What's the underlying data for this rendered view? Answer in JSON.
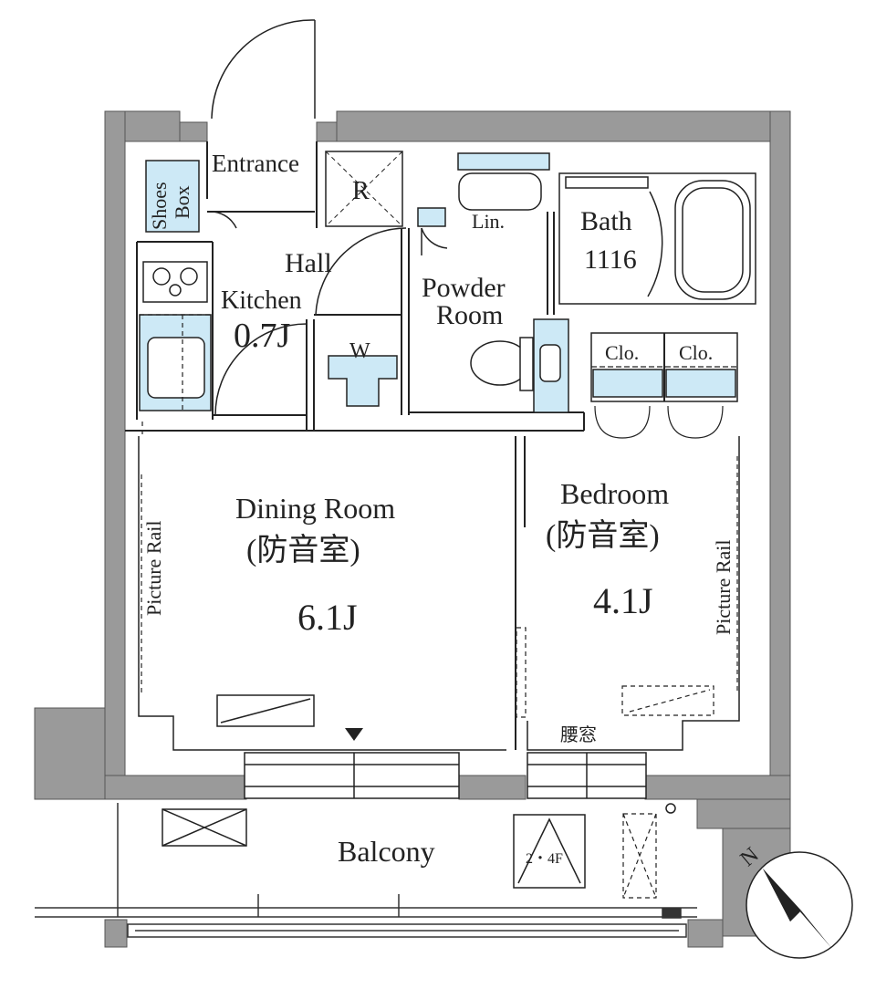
{
  "labels": {
    "entrance": "Entrance",
    "shoes_box_1": "Shoes",
    "shoes_box_2": "Box",
    "refrigerator": "R",
    "linen": "Lin.",
    "bath": "Bath",
    "bath_size": "1116",
    "hall": "Hall",
    "kitchen": "Kitchen",
    "kitchen_area": "0.7J",
    "powder_room_1": "Powder",
    "powder_room_2": "Room",
    "washer": "W",
    "closet_1": "Clo.",
    "closet_2": "Clo.",
    "dining_room": "Dining Room",
    "dining_soundproof": "(防音室)",
    "dining_area": "6.1J",
    "bedroom": "Bedroom",
    "bedroom_soundproof": "(防音室)",
    "bedroom_area": "4.1J",
    "picture_rail_left": "Picture Rail",
    "picture_rail_right": "Picture Rail",
    "waist_window": "腰窓",
    "balcony": "Balcony",
    "evac_floor": "2・4F",
    "compass_north": "N"
  },
  "colors": {
    "wall": "#9a9a9a",
    "fixture_fill": "#cde9f6",
    "line": "#222222"
  }
}
